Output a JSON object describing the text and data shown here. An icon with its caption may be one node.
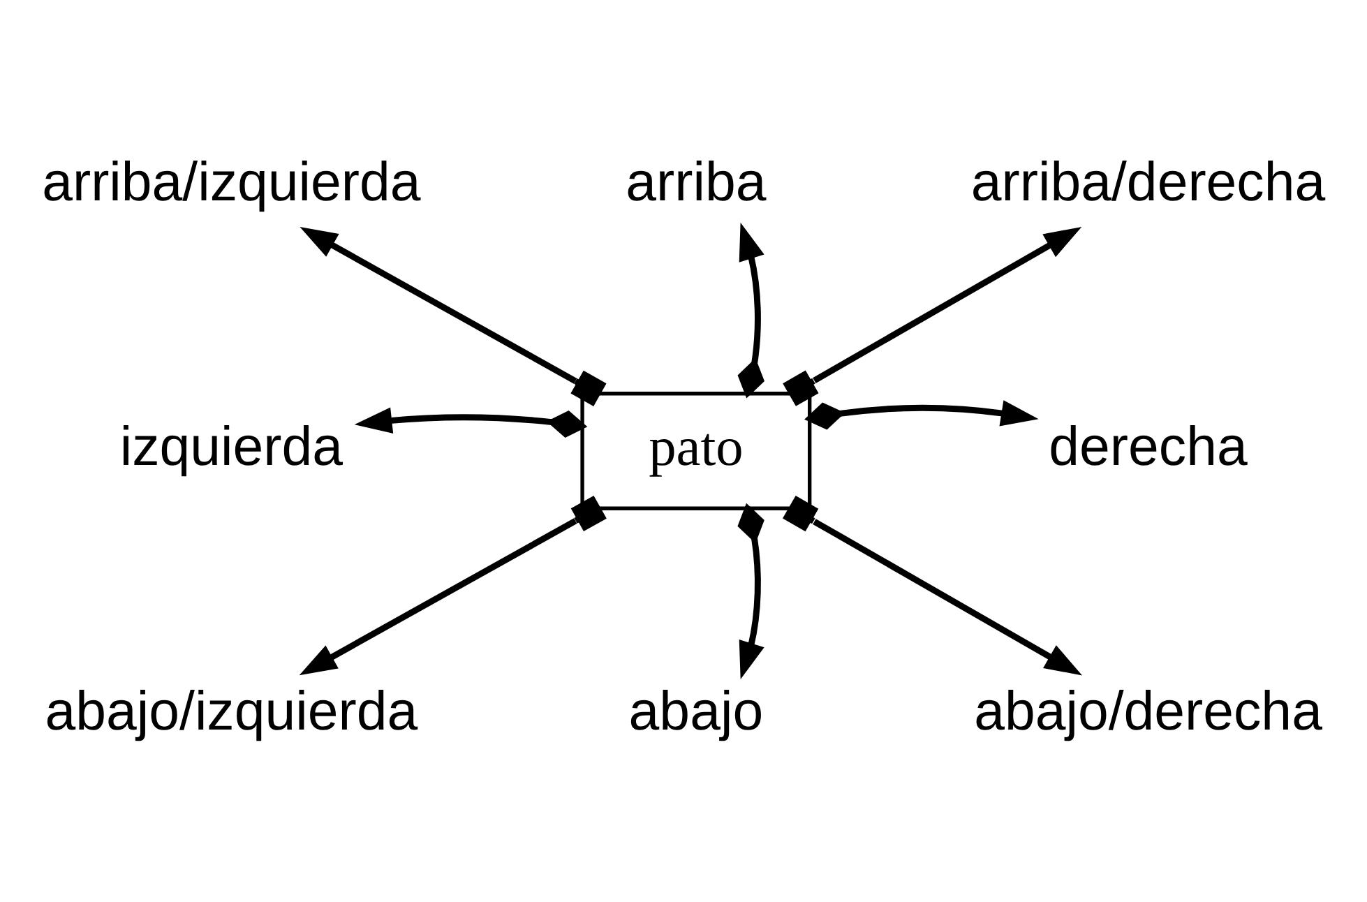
{
  "diagram": {
    "nodes": [
      {
        "text": [
          "arriba"
        ]
      },
      {
        "text": [
          "arriba/izquierda"
        ]
      },
      {
        "text": [
          "arriba/derecha"
        ]
      },
      {
        "text": [
          "izquierda"
        ]
      },
      {
        "text": [
          "pato"
        ]
      },
      {
        "text": [
          "derecha"
        ]
      },
      {
        "text": [
          "abajo/izquierda"
        ]
      },
      {
        "text": [
          "abajo/derecha"
        ]
      },
      {
        "text": [
          "abajo"
        ]
      }
    ],
    "edges": [
      {
        "from": 4,
        "to": 0,
        "arrow": "to"
      },
      {
        "from": 4,
        "to": 1,
        "arrow": "to"
      },
      {
        "from": 4,
        "to": 2,
        "arrow": "to"
      },
      {
        "from": 4,
        "to": 3,
        "arrow": "to"
      },
      {
        "from": 4,
        "to": 5,
        "arrow": "to"
      },
      {
        "from": 4,
        "to": 6,
        "arrow": "to"
      },
      {
        "from": 4,
        "to": 7,
        "arrow": "to"
      },
      {
        "from": 4,
        "to": 8,
        "arrow": "to"
      }
    ]
  }
}
